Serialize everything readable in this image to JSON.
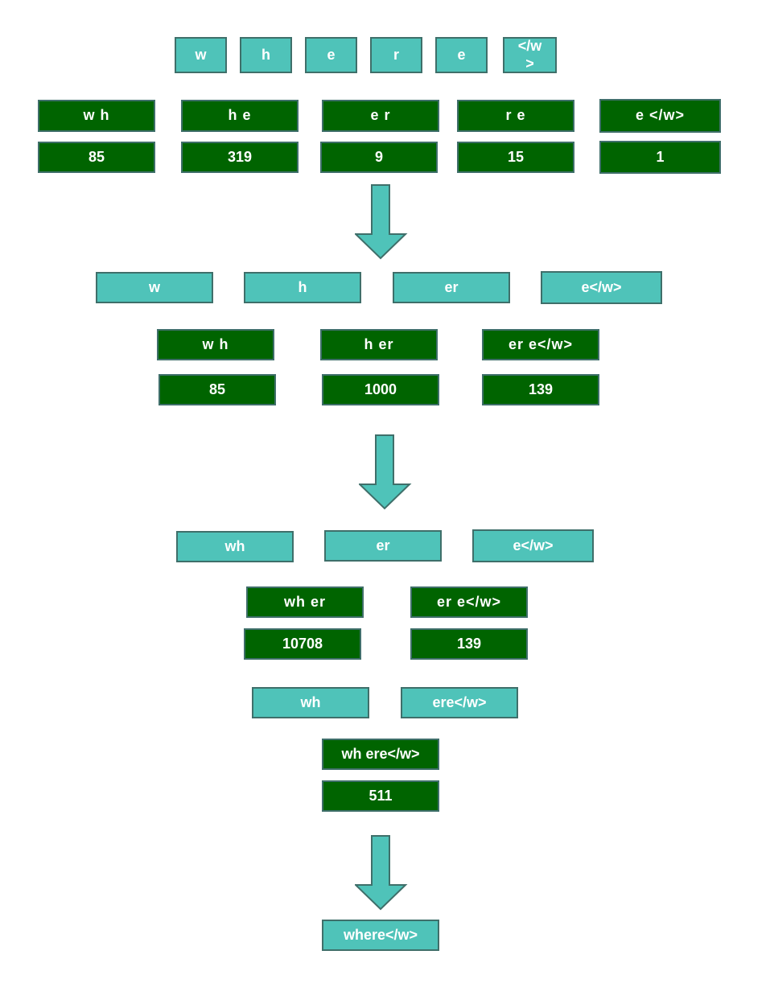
{
  "stage1": {
    "tokens": [
      "w",
      "h",
      "e",
      "r",
      "e",
      "</w>"
    ],
    "pairs": [
      "w h",
      "h e",
      "e r",
      "r e",
      "e </w>"
    ],
    "counts": [
      "85",
      "319",
      "9",
      "15",
      "1"
    ]
  },
  "stage2": {
    "tokens": [
      "w",
      "h",
      "er",
      "e</w>"
    ],
    "pairs": [
      "w h",
      "h er",
      "er e</w>"
    ],
    "counts": [
      "85",
      "1000",
      "139"
    ]
  },
  "stage3": {
    "tokens": [
      "wh",
      "er",
      "e</w>"
    ],
    "pairs": [
      "wh er",
      "er e</w>"
    ],
    "counts": [
      "10708",
      "139"
    ]
  },
  "stage4": {
    "tokens": [
      "wh",
      "ere</w>"
    ],
    "pairs": [
      "wh ere</w>"
    ],
    "counts": [
      "511"
    ]
  },
  "final": {
    "token": "where</w>"
  },
  "colors": {
    "token_fill": "#4fc3b9",
    "pair_fill": "#006400",
    "border": "#3f6f6a",
    "arrow_fill": "#4fc3b9"
  }
}
